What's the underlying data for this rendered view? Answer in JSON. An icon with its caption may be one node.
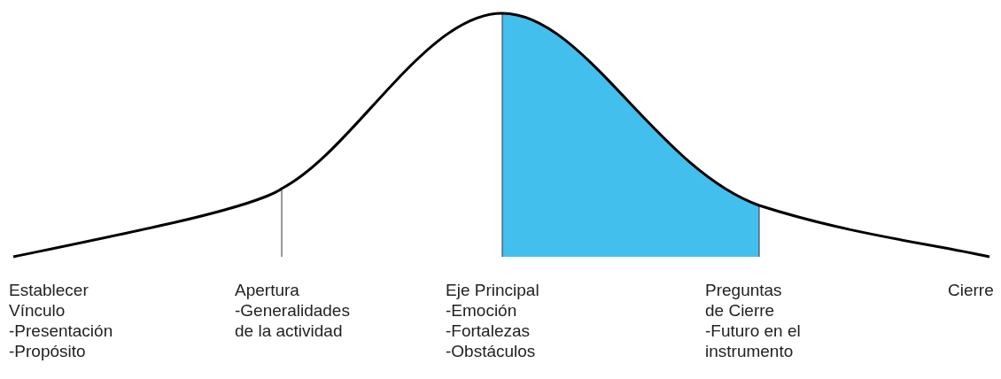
{
  "diagram": {
    "labels": [
      "Establecer Vínculo",
      "-Presentación",
      "-Propósito",
      "Apertura",
      "-Generalidades de la actividad",
      "Eje Principal",
      "-Emoción",
      "-Fortalezas",
      "-Obstáculos",
      "Preguntas de Cierre",
      "-Futuro en el instrumento",
      "Cierre"
    ]
  }
}
